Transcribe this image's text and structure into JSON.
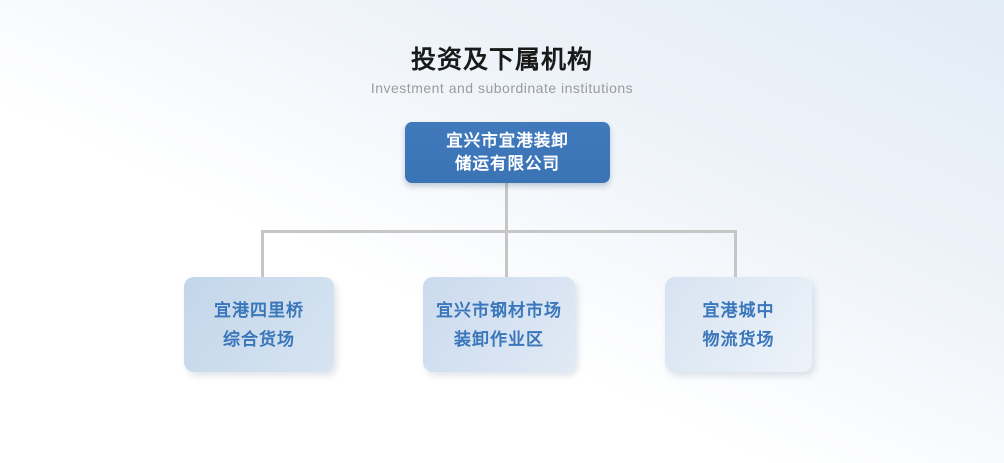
{
  "header": {
    "title": "投资及下属机构",
    "subtitle": "Investment and subordinate institutions"
  },
  "org": {
    "root": {
      "name": "宜兴市宜港装卸储运有限公司",
      "line1": "宜兴市宜港装卸",
      "line2": "储运有限公司"
    },
    "children": [
      {
        "name": "宜港四里桥综合货场",
        "line1": "宜港四里桥",
        "line2": "综合货场"
      },
      {
        "name": "宜兴市钢材市场装卸作业区",
        "line1": "宜兴市钢材市场",
        "line2": "装卸作业区"
      },
      {
        "name": "宜港城中物流货场",
        "line1": "宜港城中",
        "line2": "物流货场"
      }
    ]
  },
  "colors": {
    "title_text": "#1a1a1a",
    "subtitle_text": "#9b9b9b",
    "root_box_bg": "#3b74b5",
    "root_box_bg_top": "#4079bc",
    "root_box_text": "#ffffff",
    "child_text": "#3a76ba",
    "connector": "#c6c6c6",
    "child1_bg_start": "#c3d6ea",
    "child1_bg_end": "#d7e4f1",
    "child2_bg_start": "#cbdaee",
    "child2_bg_end": "#e0eaf5",
    "child3_bg_start": "#d6e3f1",
    "child3_bg_end": "#edf3fa"
  }
}
